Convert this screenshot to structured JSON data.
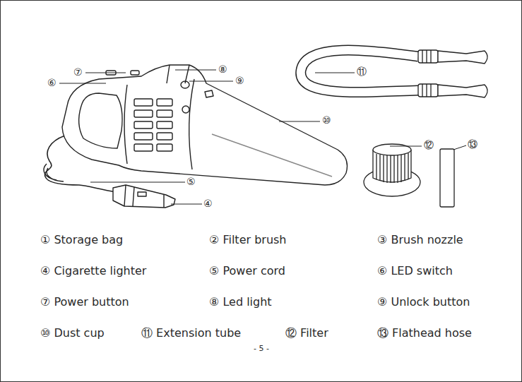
{
  "diagram": {
    "labels": [
      "⑦",
      "⑥",
      "⑧",
      "⑨",
      "⑪",
      "⑩",
      "⑫",
      "⑬",
      "⑤",
      "④",
      "① Storage bag",
      "② Filter brush",
      "③ Brush nozzle",
      "④ Cigarette lighter",
      "⑤ Power cord",
      "⑥ LED switch",
      "⑦ Power button",
      "⑧ Led light",
      "⑨ Unlock button",
      "⑩ Dust cup",
      "⑪ Extension tube",
      "⑫ Filter",
      "⑬ Flathead hose",
      "- 5 -"
    ]
  }
}
